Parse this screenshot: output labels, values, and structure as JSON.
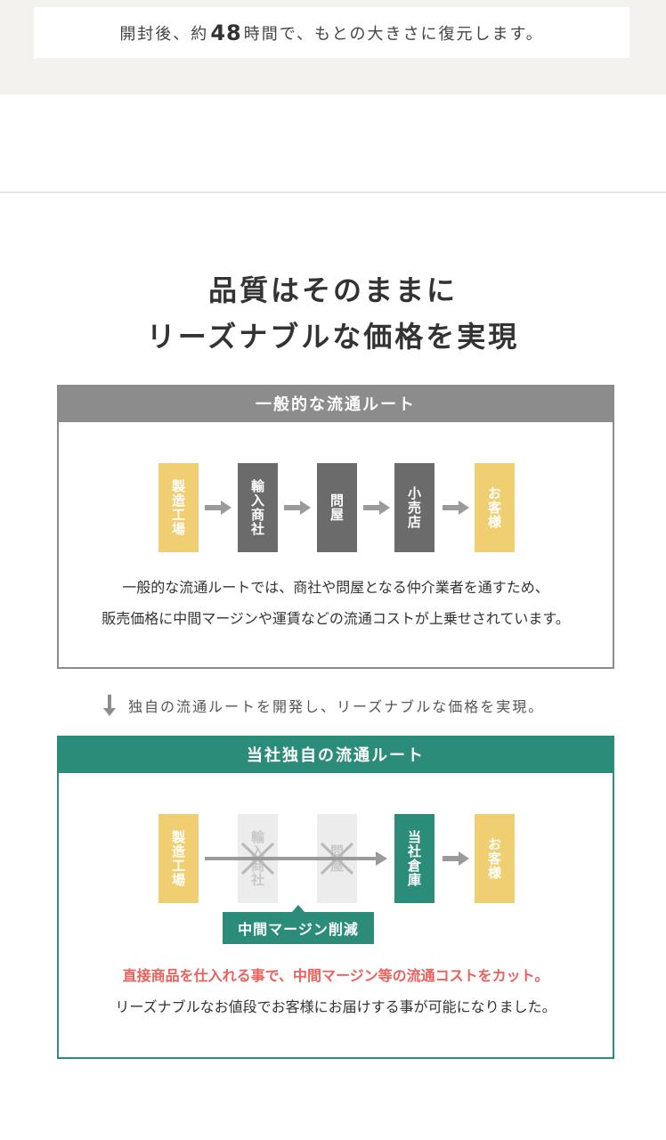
{
  "top_notice": {
    "before": "開封後、約",
    "number": "48",
    "after": "時間で、もとの大きさに復元します。"
  },
  "heading": {
    "line1": "品質はそのままに",
    "line2": "リーズナブルな価格を実現"
  },
  "general_route": {
    "title": "一般的な流通ルート",
    "steps": [
      "製造工場",
      "輸入商社",
      "問屋",
      "小売店",
      "お客様"
    ],
    "description_line1": "一般的な流通ルートでは、商社や問屋となる仲介業者を通すため、",
    "description_line2": "販売価格に中間マージンや運賃などの流通コストが上乗せされています。"
  },
  "mid_note": {
    "icon": "arrow-down-icon",
    "text": "独自の流通ルートを開発し、リーズナブルな価格を実現。"
  },
  "own_route": {
    "title": "当社独自の流通ルート",
    "steps": [
      "製造工場",
      "輸入商社",
      "問屋",
      "当社倉庫",
      "お客様"
    ],
    "badge": "中間マージン削減",
    "highlight": "直接商品を仕入れる事で、中間マージン等の流通コストをカット。",
    "description": "リーズナブルなお値段でお客様にお届けする事が可能になりました。"
  },
  "colors": {
    "yellow": "#efcf71",
    "dark_gray": "#6b6b6b",
    "teal": "#2b8c79",
    "red": "#e8625b",
    "header_gray": "#8c8c8c"
  }
}
